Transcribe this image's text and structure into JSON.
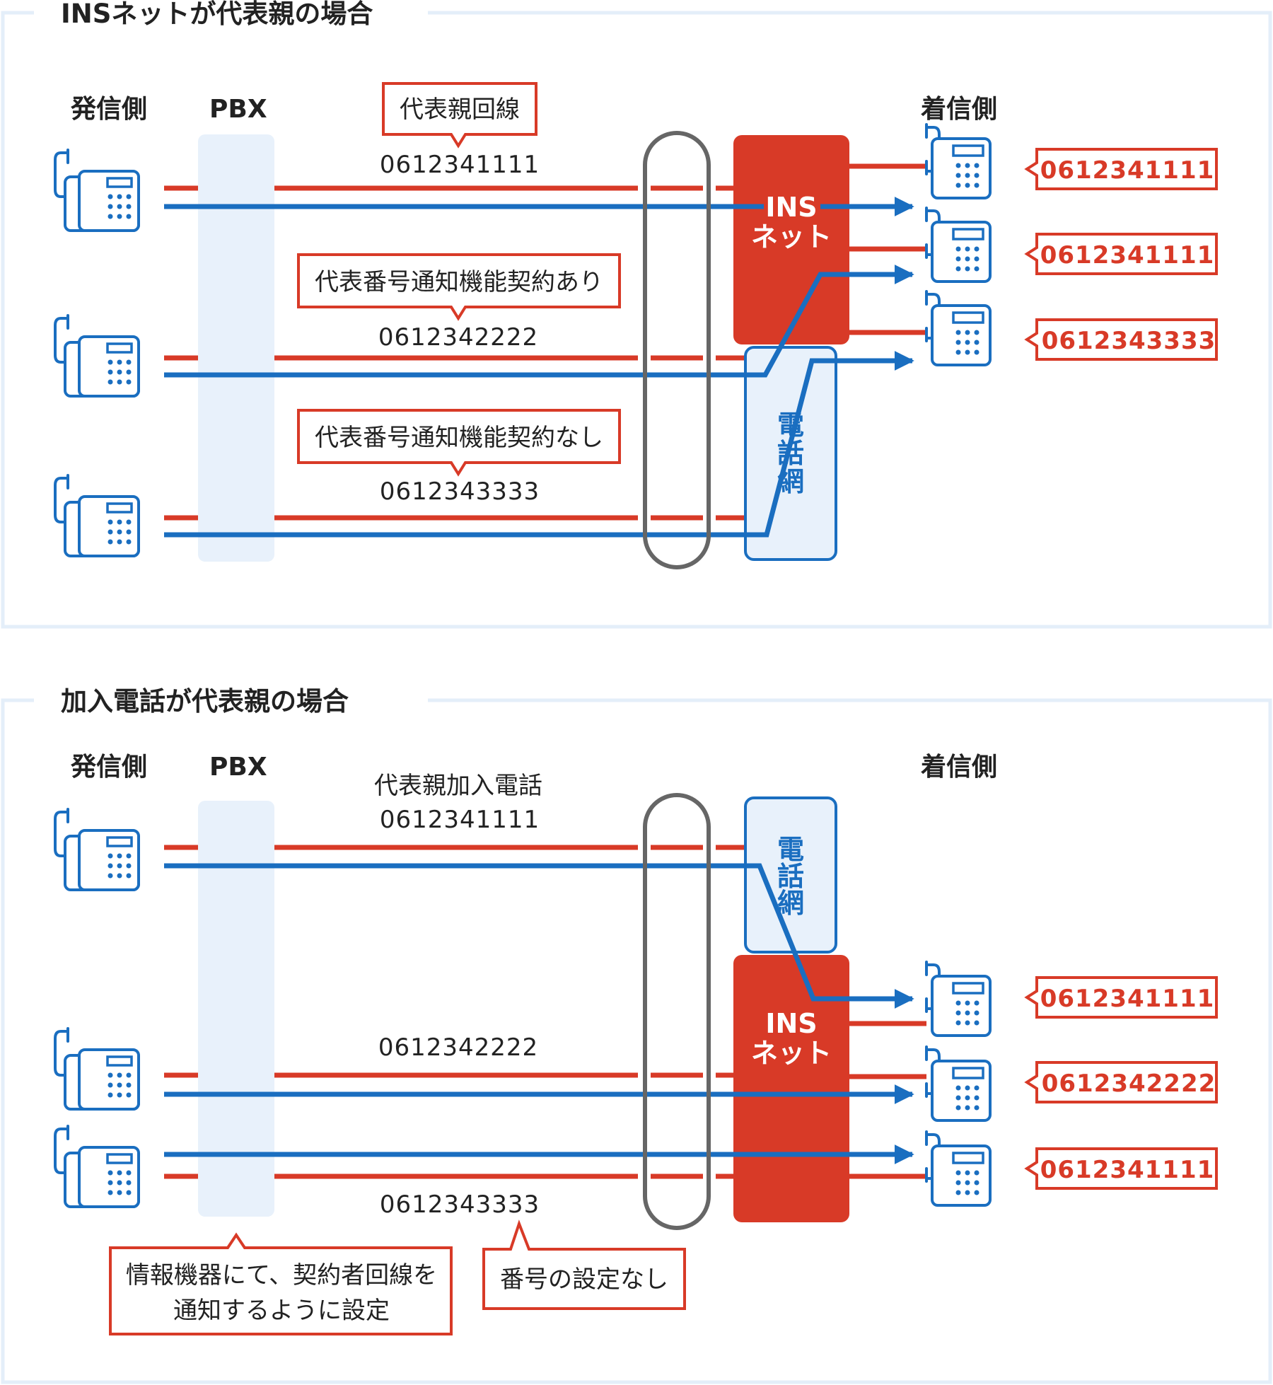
{
  "colors": {
    "red": "#d83a27",
    "blue": "#1a6ec0",
    "gray": "#666666",
    "pbx_fill": "#e8f1fb",
    "frame": "#e4eef9"
  },
  "top": {
    "title": "INSネットが代表親の場合",
    "caller_label": "発信側",
    "pbx_label": "PBX",
    "callee_label": "着信側",
    "rep_line_label": "代表親回線",
    "line1_number": "0612341111",
    "notify_yes_label": "代表番号通知機能契約あり",
    "line2_number": "0612342222",
    "notify_no_label": "代表番号通知機能契約なし",
    "line3_number": "0612343333",
    "ins_label": [
      "INS",
      "ネット"
    ],
    "phone_net_label": [
      "電",
      "話",
      "網"
    ],
    "display_numbers": [
      "0612341111",
      "0612341111",
      "0612343333"
    ]
  },
  "bottom": {
    "title": "加入電話が代表親の場合",
    "caller_label": "発信側",
    "pbx_label": "PBX",
    "callee_label": "着信側",
    "rep_parent_label": "代表親加入電話",
    "line1_number": "0612341111",
    "line2_number": "0612342222",
    "line3_number": "0612343333",
    "ins_label": [
      "INS",
      "ネット"
    ],
    "phone_net_label": [
      "電",
      "話",
      "網"
    ],
    "display_numbers": [
      "0612341111",
      "0612342222",
      "0612341111"
    ],
    "pbx_note": [
      "情報機器にて、契約者回線を",
      "通知するように設定"
    ],
    "no_setting_note": "番号の設定なし"
  }
}
